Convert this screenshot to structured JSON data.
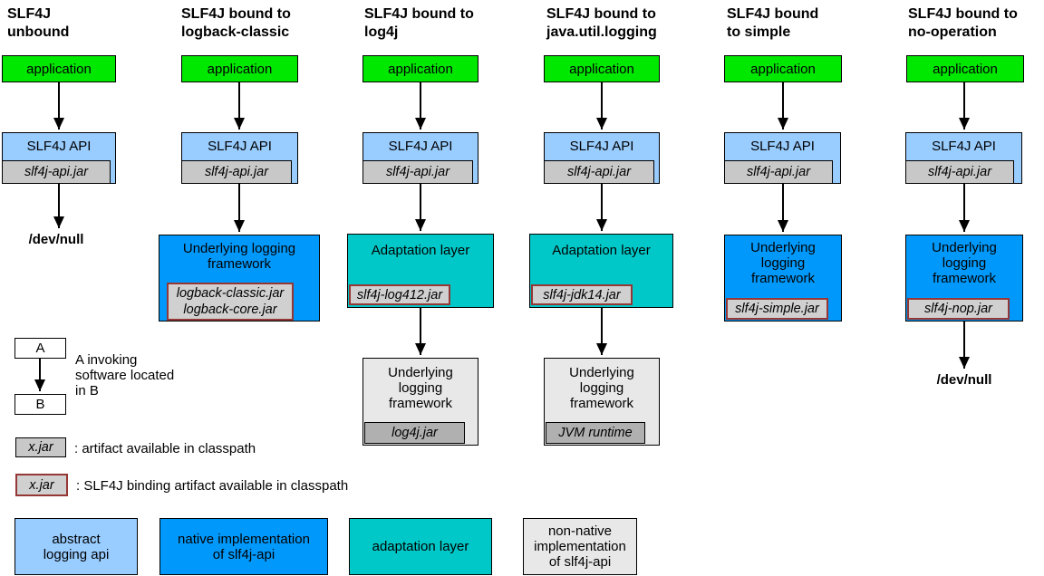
{
  "colors": {
    "application": "#00e800",
    "abstract_logging_api": "#99ccff",
    "native_implementation": "#0099fb",
    "adaptation_layer": "#00c8c8",
    "non_native_implementation": "#e8e8e8",
    "artifact_fill": "#c8c8c8",
    "binding_artifact_border": "#953735"
  },
  "columns": [
    {
      "title": "SLF4J\nunbound",
      "app_label": "application",
      "api_label": "SLF4J API",
      "api_jar": "slf4j-api.jar",
      "sink": "/dev/null"
    },
    {
      "title": "SLF4J bound to\nlogback-classic",
      "app_label": "application",
      "api_label": "SLF4J API",
      "api_jar": "slf4j-api.jar",
      "framework_label": "Underlying logging\nframework",
      "framework_jar": "logback-classic.jar\nlogback-core.jar"
    },
    {
      "title": "SLF4J bound to\nlog4j",
      "app_label": "application",
      "api_label": "SLF4J API",
      "api_jar": "slf4j-api.jar",
      "adaptation_label": "Adaptation layer",
      "adaptation_jar": "slf4j-log412.jar",
      "framework_label": "Underlying\nlogging\nframework",
      "framework_jar": "log4j.jar"
    },
    {
      "title": "SLF4J bound to\njava.util.logging",
      "app_label": "application",
      "api_label": "SLF4J API",
      "api_jar": "slf4j-api.jar",
      "adaptation_label": "Adaptation layer",
      "adaptation_jar": "slf4j-jdk14.jar",
      "framework_label": "Underlying\nlogging\nframework",
      "framework_jar": "JVM runtime"
    },
    {
      "title": "SLF4J bound\nto simple",
      "app_label": "application",
      "api_label": "SLF4J API",
      "api_jar": "slf4j-api.jar",
      "framework_label": "Underlying\nlogging\nframework",
      "framework_jar": "slf4j-simple.jar"
    },
    {
      "title": "SLF4J bound to\nno-operation",
      "app_label": "application",
      "api_label": "SLF4J API",
      "api_jar": "slf4j-api.jar",
      "framework_label": "Underlying\nlogging\nframework",
      "framework_jar": "slf4j-nop.jar",
      "sink": "/dev/null"
    }
  ],
  "legend": {
    "invoke_a": "A",
    "invoke_b": "B",
    "invoke_caption": "A invoking\nsoftware located\nin B",
    "artifact_box": "x.jar",
    "artifact_caption": ": artifact available in classpath",
    "binding_box": "x.jar",
    "binding_caption": ": SLF4J binding artifact available in classpath",
    "color_key": [
      {
        "label": "abstract\nlogging api"
      },
      {
        "label": "native implementation\nof slf4j-api"
      },
      {
        "label": "adaptation layer"
      },
      {
        "label": "non-native\nimplementation\nof slf4j-api"
      }
    ]
  }
}
